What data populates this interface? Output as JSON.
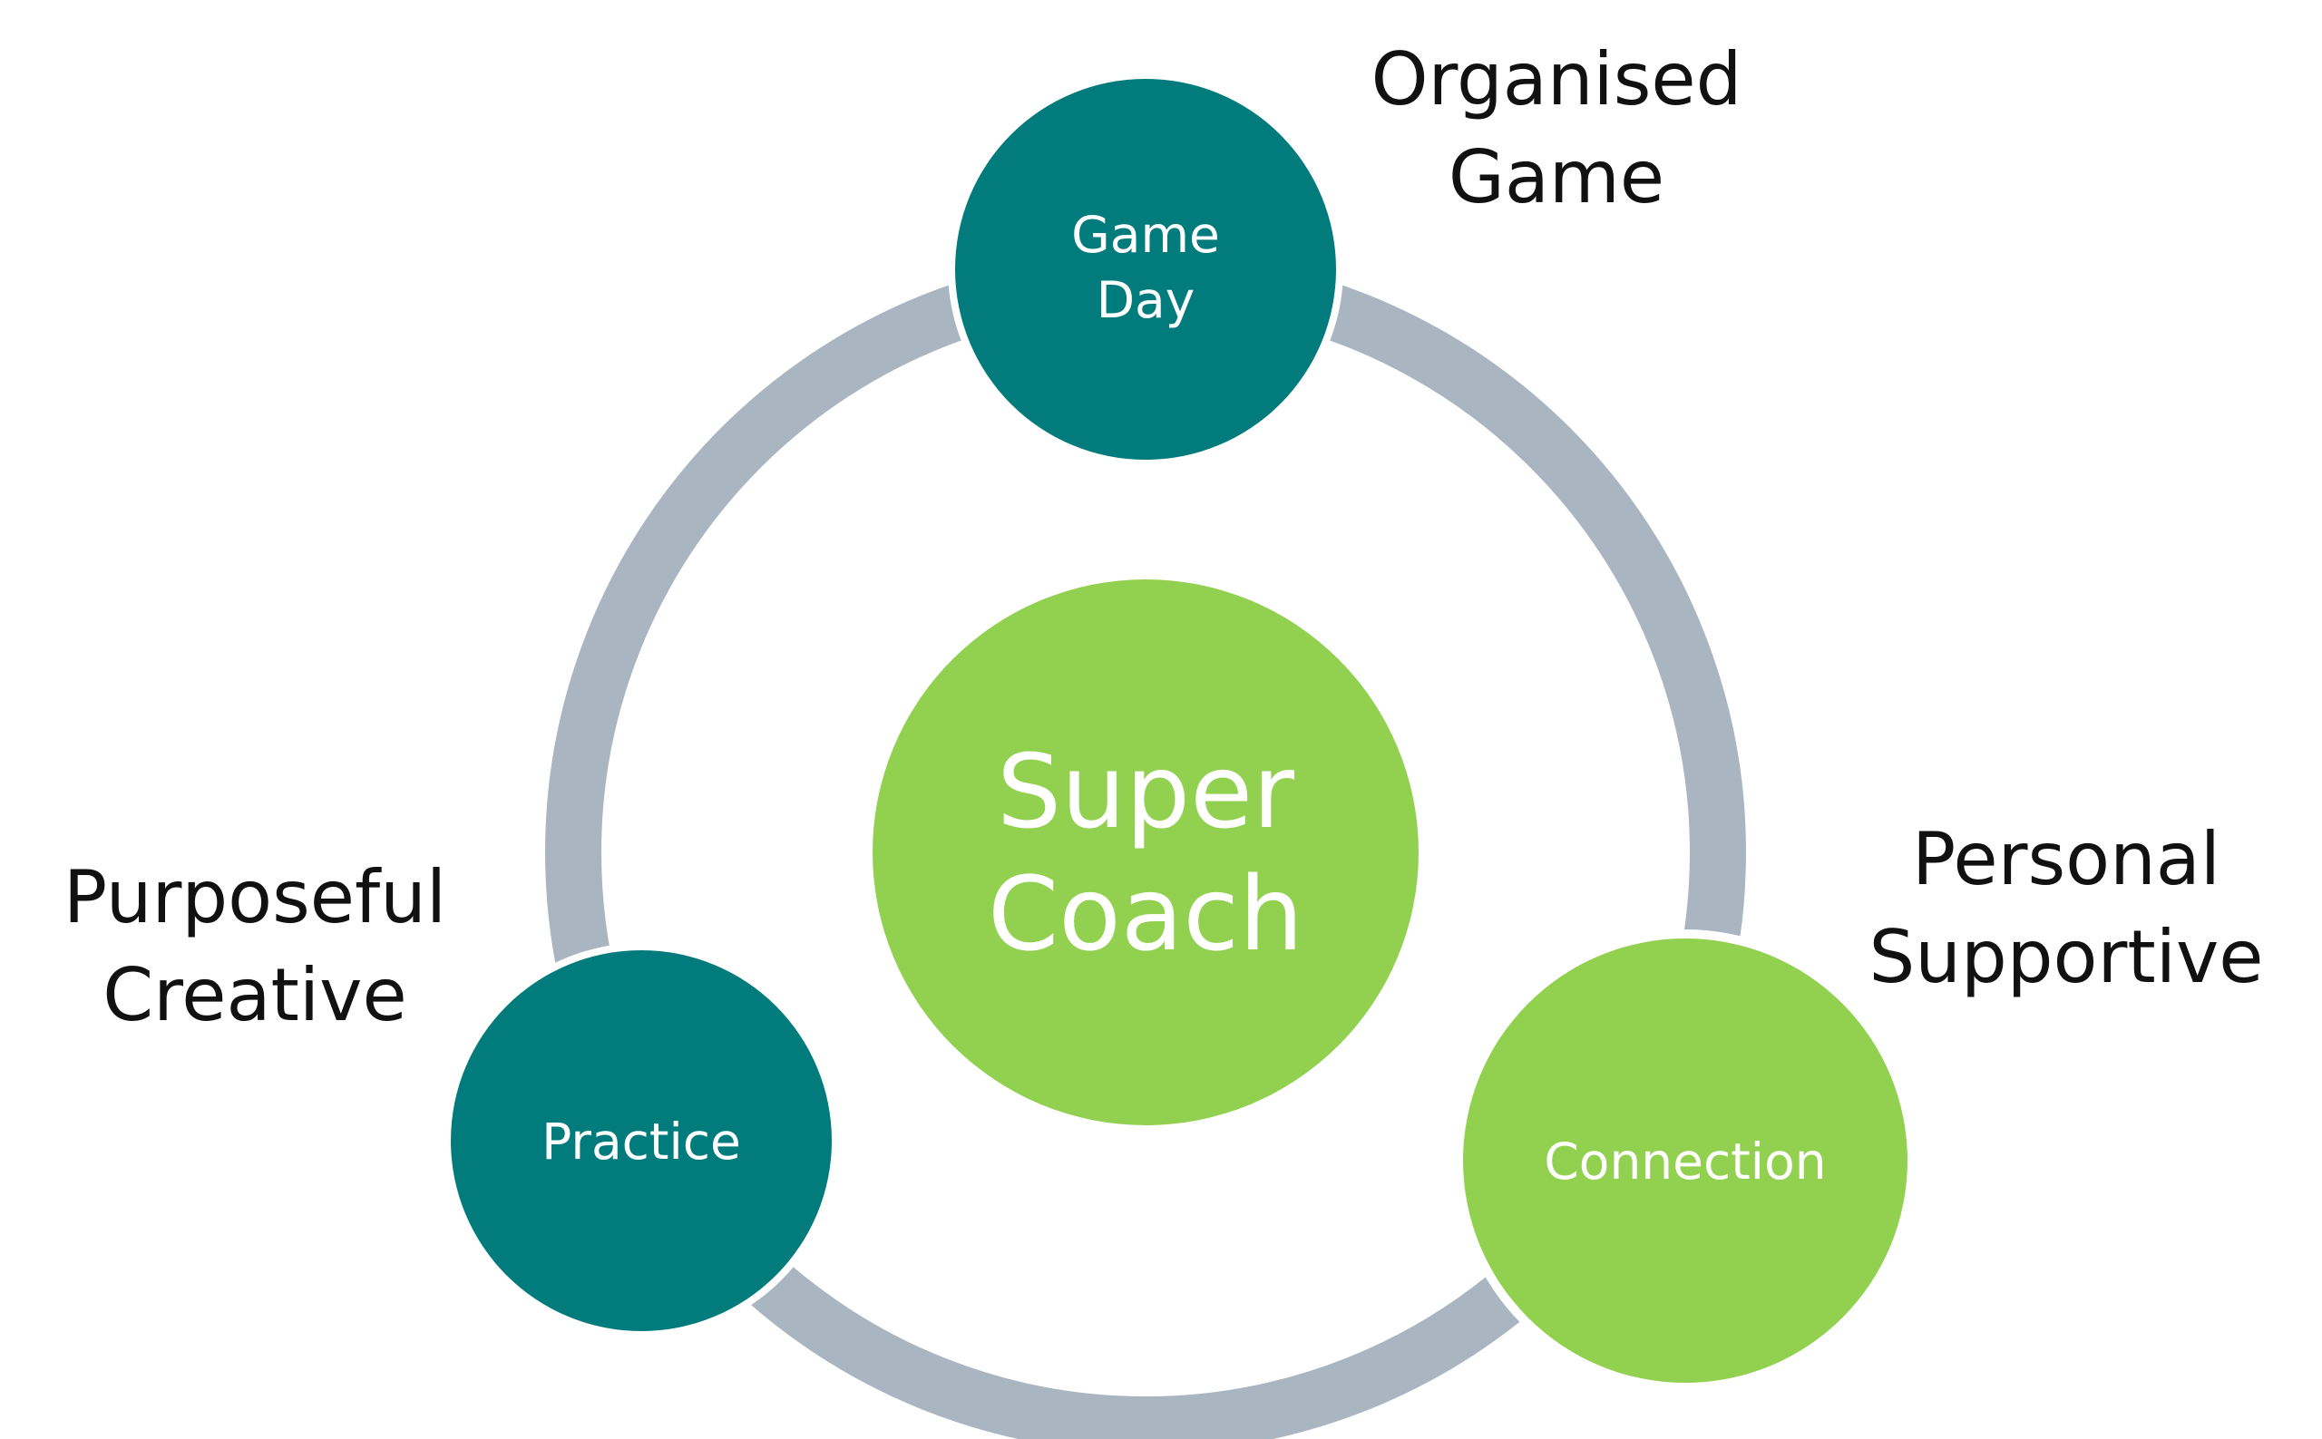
{
  "diagram": {
    "colors": {
      "ring": "#a9b5c1",
      "teal": "#027b7c",
      "green": "#92d050",
      "circle_text": "#ffffff",
      "label_text": "#111111"
    },
    "center": {
      "line1": "Super",
      "line2": "Coach"
    },
    "nodes": {
      "game_day": {
        "line1": "Game",
        "line2": "Day"
      },
      "practice": {
        "label": "Practice"
      },
      "connection": {
        "label": "Connection"
      }
    },
    "outer_labels": {
      "game_day": {
        "line1": "Organised",
        "line2": "Game"
      },
      "practice": {
        "line1": "Purposeful",
        "line2": "Creative"
      },
      "connection": {
        "line1": "Personal",
        "line2": "Supportive"
      }
    }
  }
}
